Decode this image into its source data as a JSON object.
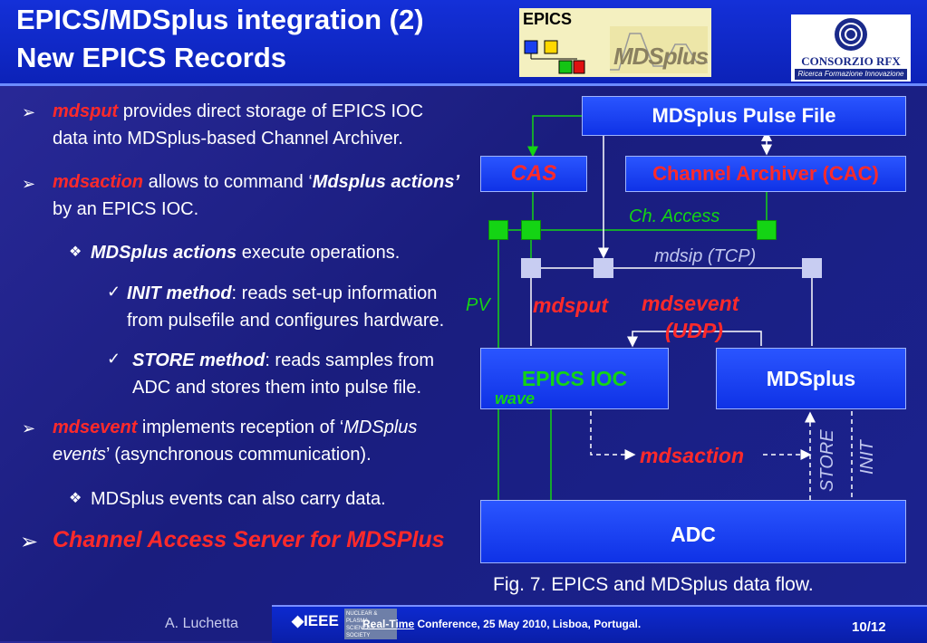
{
  "header": {
    "title_line1": "EPICS/MDSplus integration (2)",
    "title_line2": "New EPICS Records",
    "epics_logo_text": "EPICS",
    "mdsplus_logo_text": "MDSplus",
    "consorzio_name": "CONSORZIO RFX",
    "consorzio_tagline": "Ricerca Formazione Innovazione"
  },
  "bullets": {
    "b1_kw": "mdsput",
    "b1_text": " provides direct storage of EPICS IOC data into MDSplus-based Channel Archiver.",
    "b2_kw": "mdsaction",
    "b2_text_a": " allows to command ‘",
    "b2_bold": "Mdsplus actions",
    "b2_quote": "’",
    "b2_text_b": " by an EPICS IOC.",
    "sub1_bold": "MDSplus actions",
    "sub1_text": " execute operations.",
    "init_bold": "INIT method",
    "init_text": ": reads set-up information from pulsefile and configures hardware.",
    "store_bold": "STORE method",
    "store_text": ": reads samples from ADC and stores them into pulse file.",
    "b3_kw": "mdsevent",
    "b3_text_a": " implements reception of ‘",
    "b3_it": "MDSplus events",
    "b3_text_b": "’ (asynchronous communication).",
    "sub2_text": "MDSplus events can also carry data.",
    "b4_text": "Channel Access Server for MDSPlus"
  },
  "diagram": {
    "pulse_file": "MDSplus Pulse File",
    "cas": "CAS",
    "cac": "Channel Archiver (CAC)",
    "ch_access": "Ch. Access",
    "mdsip": "mdsip (TCP)",
    "pv": "PV",
    "mdsput": "mdsput",
    "mdsevent": "mdsevent",
    "udp": "(UDP)",
    "epics_ioc": "EPICS IOC",
    "wave": "wave",
    "mdsplus": "MDSplus",
    "mdsaction": "mdsaction",
    "store": "STORE",
    "init": "INIT",
    "adc": "ADC",
    "caption": "Fig. 7.  EPICS and MDSplus data flow."
  },
  "footer": {
    "author": "A. Luchetta",
    "ieee": "IEEE",
    "nps_text": "NUCLEAR & PLASMA SCIENCES SOCIETY",
    "conference_a": "Real-Time",
    "conference_b": " Conference, 25 May 2010, Lisboa, Portugal.",
    "page": "10",
    "page_total": "/12"
  },
  "colors": {
    "accent_red": "#ff2a2a",
    "box_blue": "#1a3ff0",
    "green": "#14d414"
  }
}
